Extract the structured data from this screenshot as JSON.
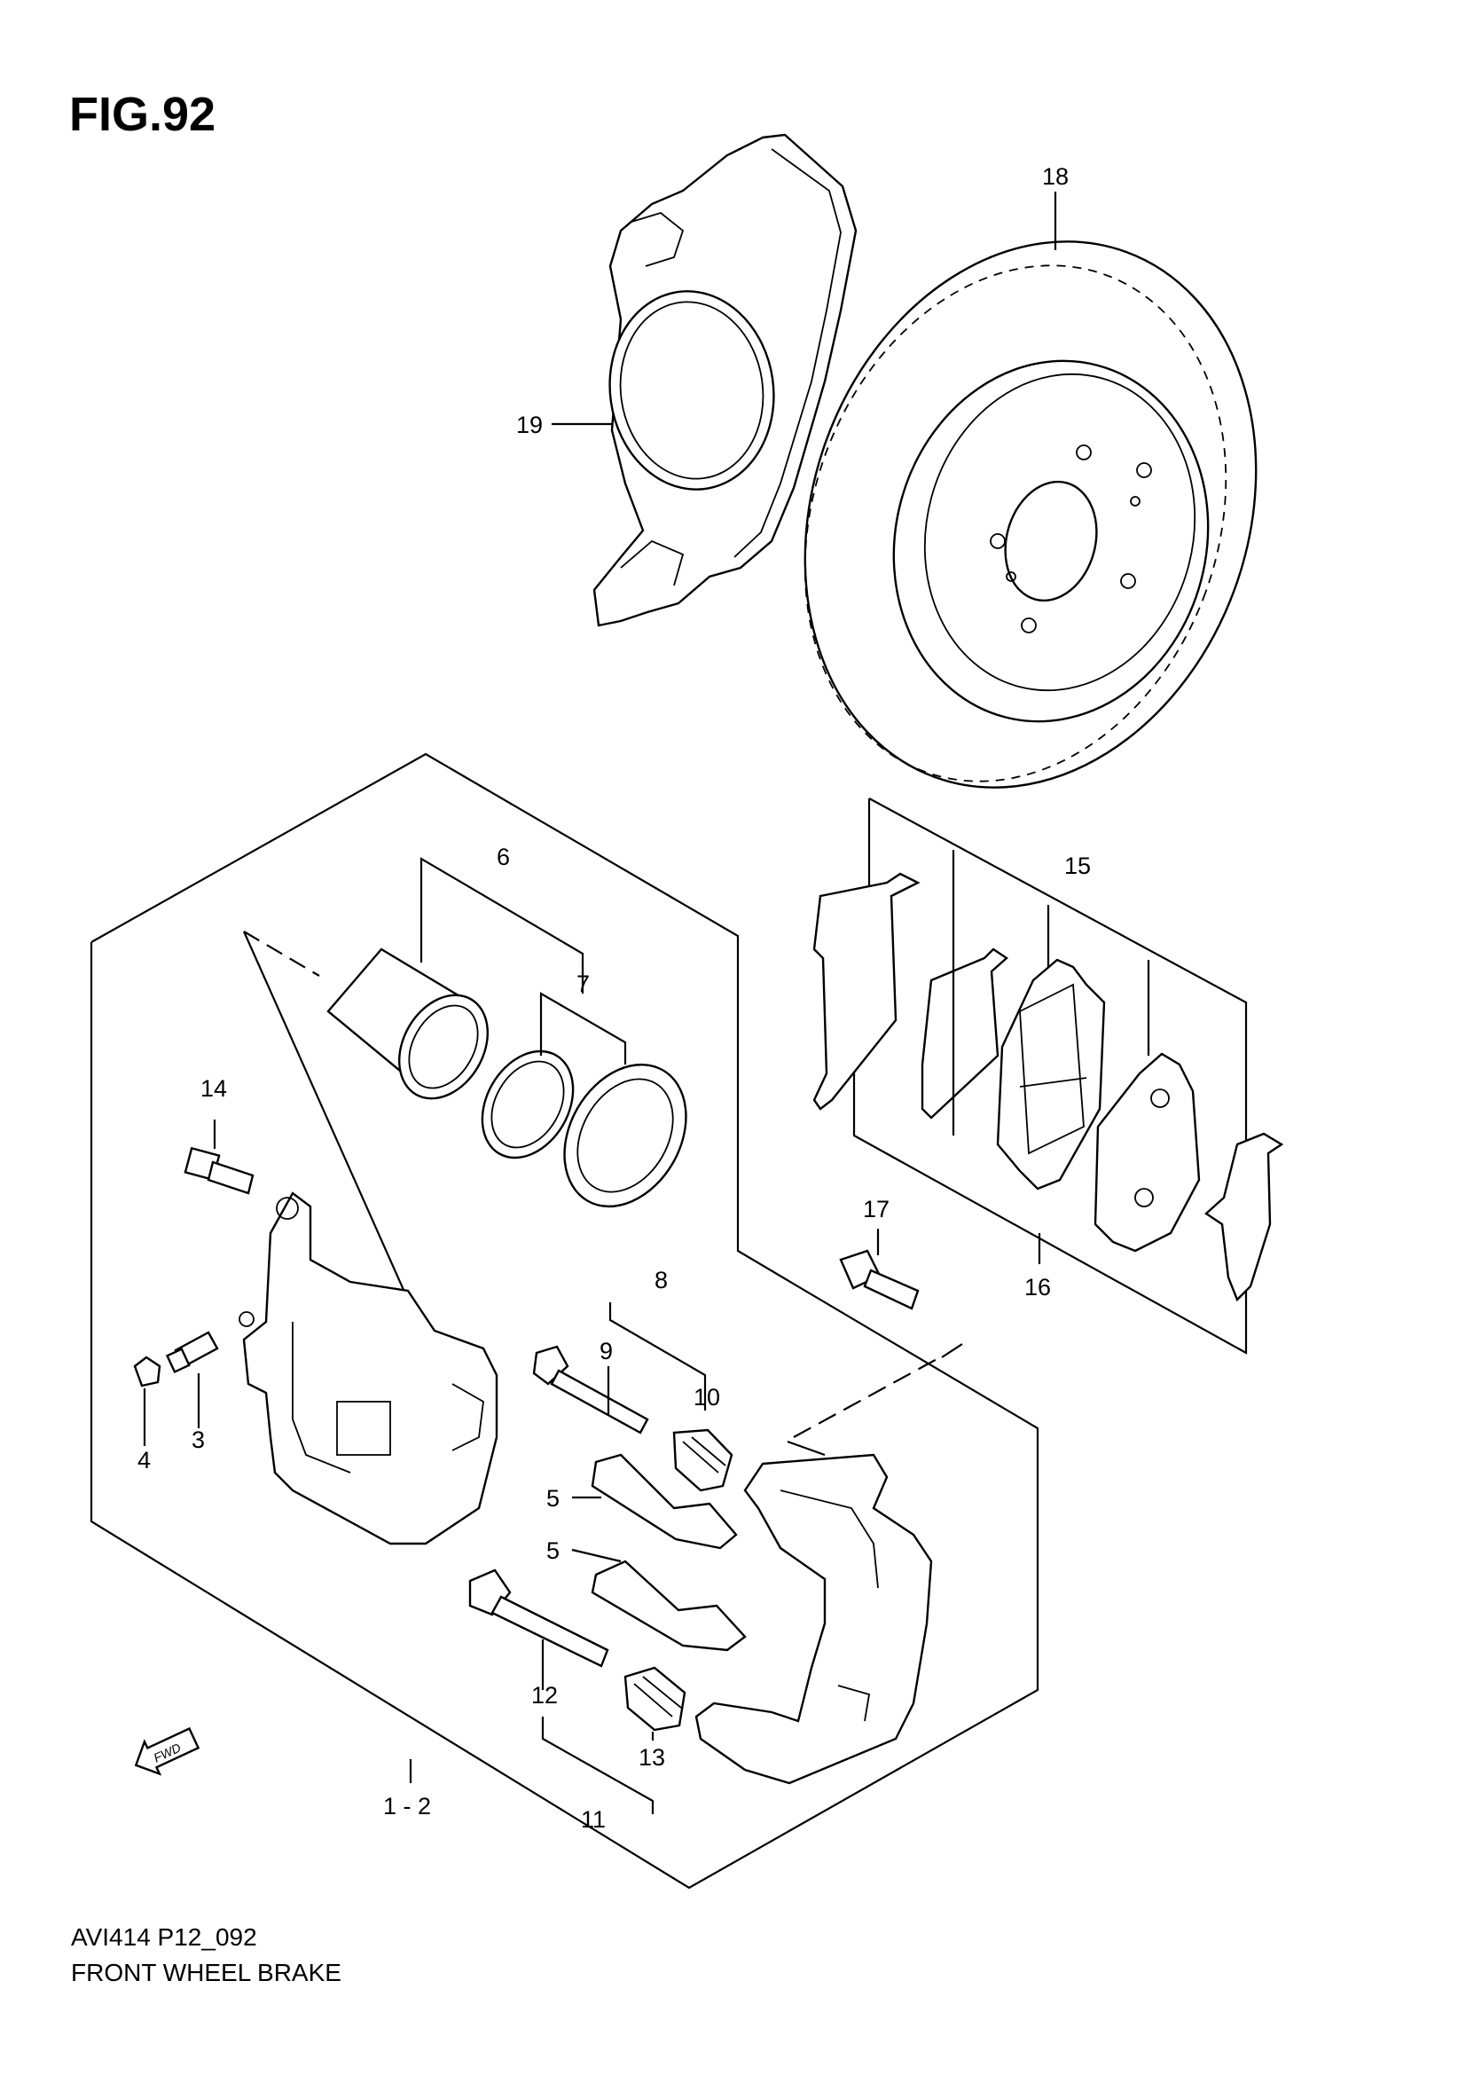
{
  "figure": {
    "title": "FIG.92",
    "code": "AVI414 P12_092",
    "caption": "FRONT WHEEL BRAKE"
  },
  "callouts": {
    "c1_2": "1 - 2",
    "c3": "3",
    "c4": "4",
    "c5a": "5",
    "c5b": "5",
    "c6": "6",
    "c7": "7",
    "c8": "8",
    "c9": "9",
    "c10": "10",
    "c11": "11",
    "c12": "12",
    "c13": "13",
    "c14": "14",
    "c15": "15",
    "c16": "16",
    "c17": "17",
    "c18": "18",
    "c19": "19"
  },
  "direction_marker": {
    "label": "FWD",
    "icon": "forward-arrow-icon"
  }
}
